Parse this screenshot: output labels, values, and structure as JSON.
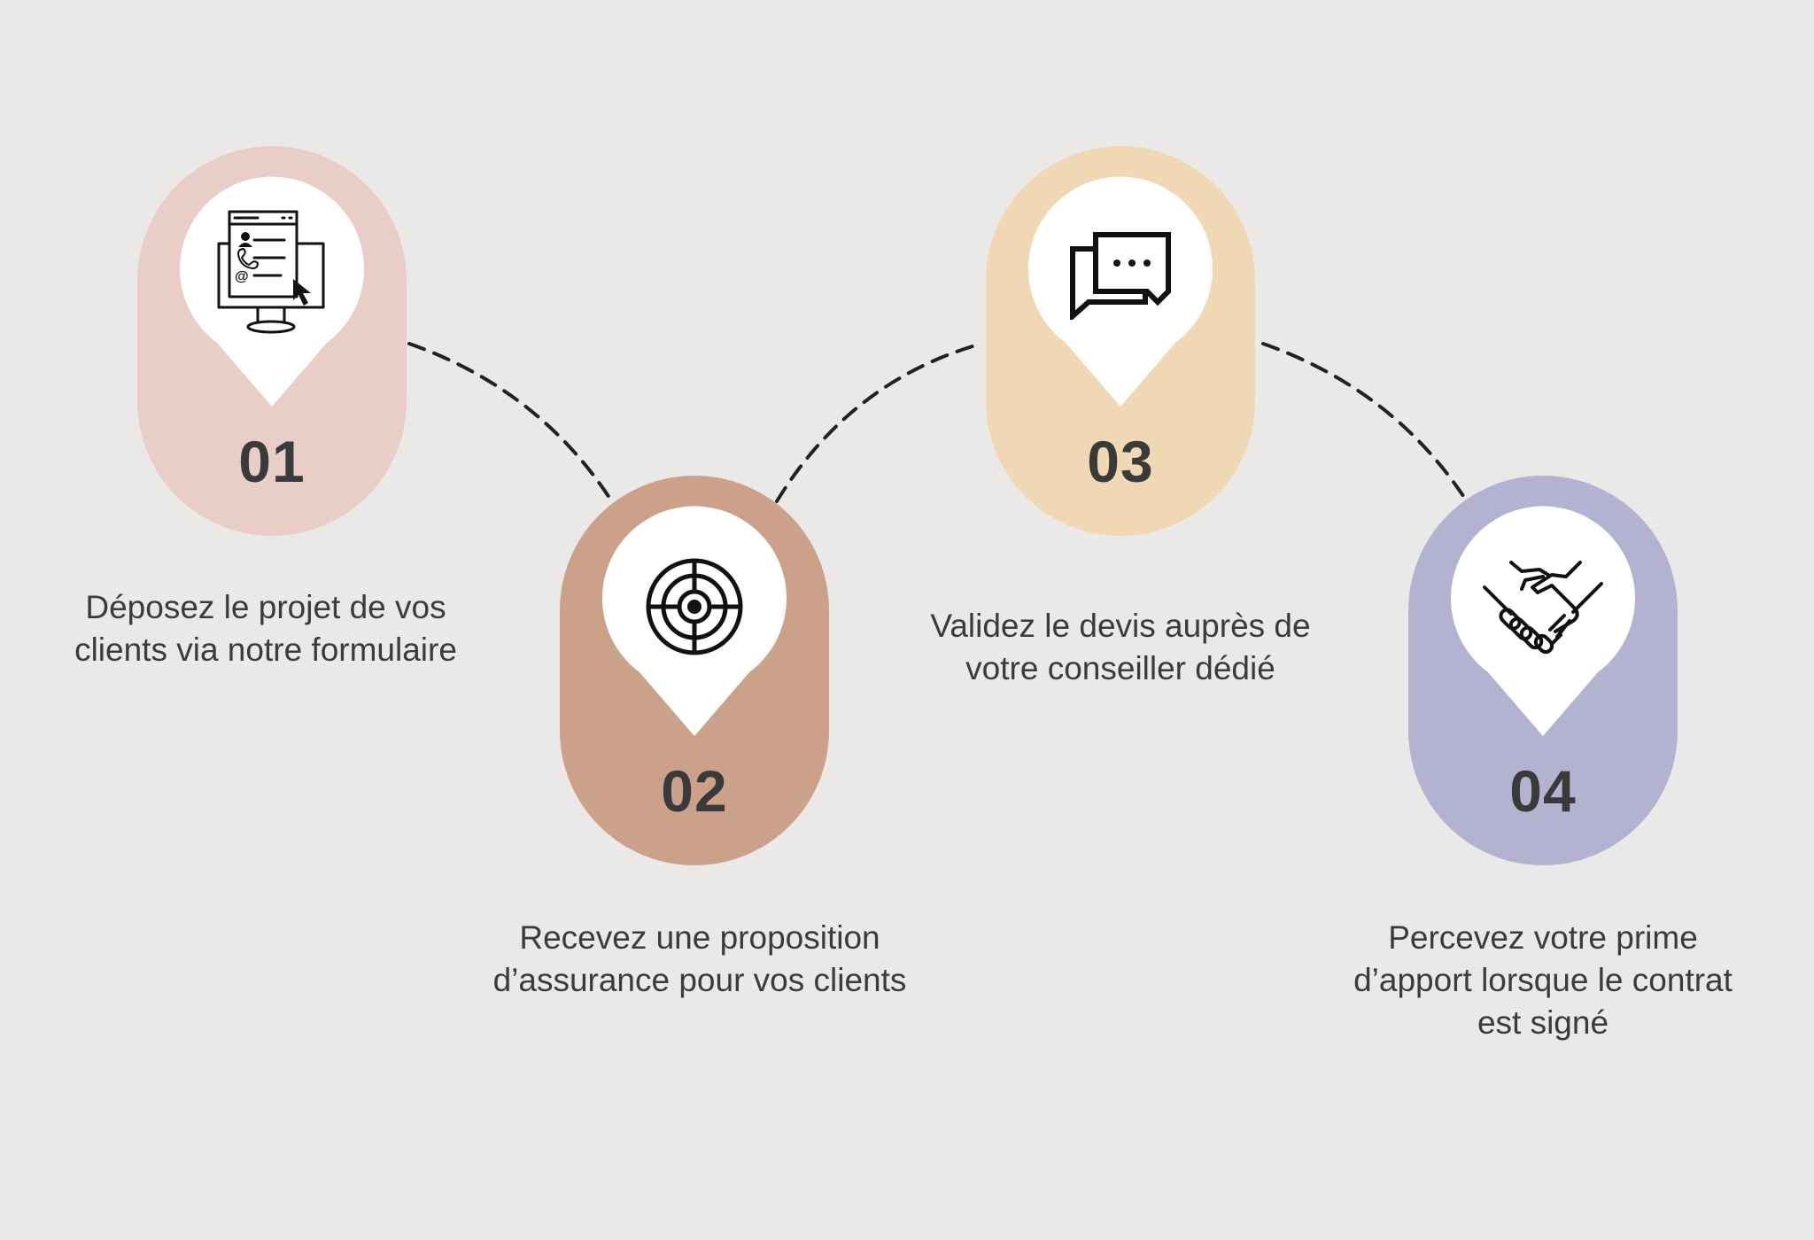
{
  "colors": {
    "background": "#ebe9e7",
    "step1": "#e8cec6",
    "step2": "#cba289",
    "step3": "#f0d8b4",
    "step4": "#b3b3d1",
    "pin": "#ffffff",
    "text": "#3b3b3b",
    "connector": "#222222"
  },
  "steps": [
    {
      "number": "01",
      "icon": "computer-form-icon",
      "text": [
        "Déposez le projet de vos",
        "clients via notre formulaire"
      ]
    },
    {
      "number": "02",
      "icon": "target-icon",
      "text": [
        "Recevez une proposition",
        "d’assurance pour vos clients"
      ]
    },
    {
      "number": "03",
      "icon": "chat-bubbles-icon",
      "text": [
        "Validez le devis auprès de",
        "votre conseiller dédié"
      ]
    },
    {
      "number": "04",
      "icon": "handshake-icon",
      "text": [
        "Percevez votre prime",
        "d’apport lorsque le contrat",
        "est signé"
      ]
    }
  ]
}
